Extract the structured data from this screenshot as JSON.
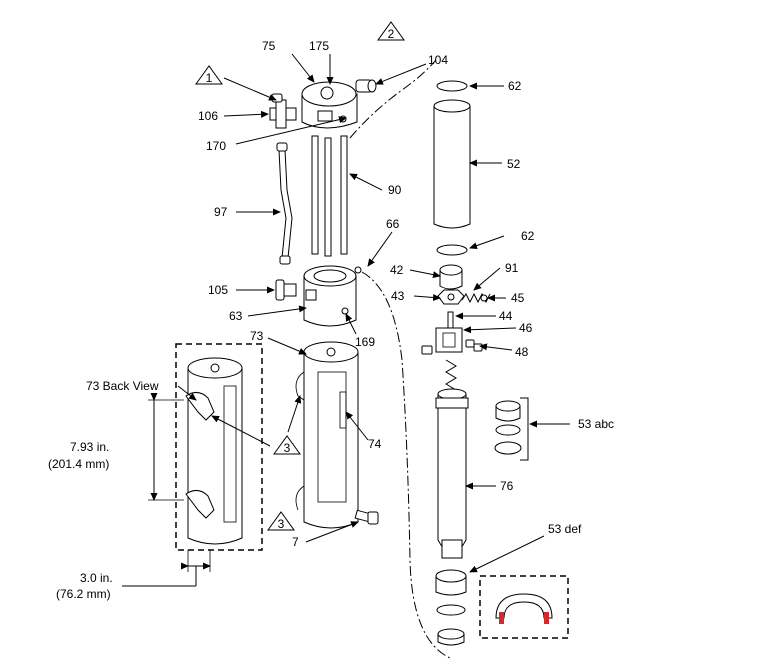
{
  "labels": {
    "p75": "75",
    "p175": "175",
    "p104": "104",
    "p62a": "62",
    "p106": "106",
    "p170": "170",
    "p52": "52",
    "p90": "90",
    "p97": "97",
    "p66": "66",
    "p62b": "62",
    "p42": "42",
    "p91": "91",
    "p105": "105",
    "p43": "43",
    "p45": "45",
    "p44": "44",
    "p63": "63",
    "p46": "46",
    "p73": "73",
    "p169": "169",
    "p48": "48",
    "back_view": "73 Back View",
    "p53abc": "53 abc",
    "dim_height_in": "7.93 in.",
    "dim_height_mm": "(201.4 mm)",
    "p74": "74",
    "p76": "76",
    "p7": "7",
    "p53def": "53 def",
    "dim_width_in": "3.0 in.",
    "dim_width_mm": "(76.2 mm)"
  },
  "warnings": {
    "w1": "1",
    "w2": "2",
    "w3a": "3",
    "w3b": "3"
  },
  "colors": {
    "seal_accent": "#d22a2a",
    "line": "#000000"
  }
}
